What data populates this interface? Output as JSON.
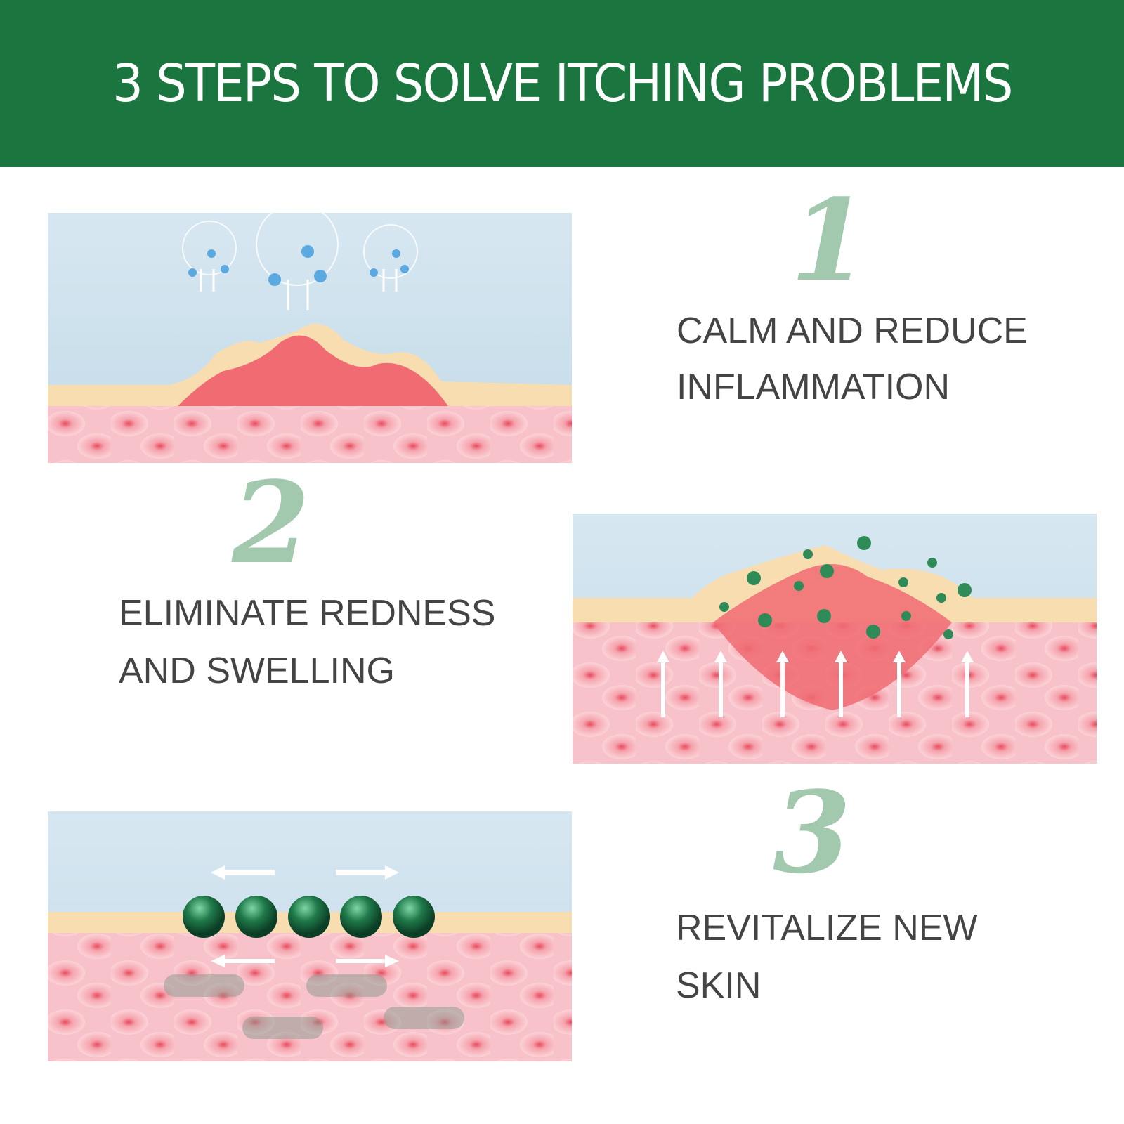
{
  "header": {
    "title": "3 STEPS TO SOLVE ITCHING PROBLEMS"
  },
  "steps": [
    {
      "number": "1",
      "line1": "CALM AND REDUCE",
      "line2": "INFLAMMATION"
    },
    {
      "number": "2",
      "line1": "ELIMINATE REDNESS",
      "line2": "AND SWELLING"
    },
    {
      "number": "3",
      "line1": "REVITALIZE NEW",
      "line2": "SKIN"
    }
  ],
  "colors": {
    "brand": "#1a763e",
    "numeral": "#a2c9ae",
    "text": "#444444"
  }
}
